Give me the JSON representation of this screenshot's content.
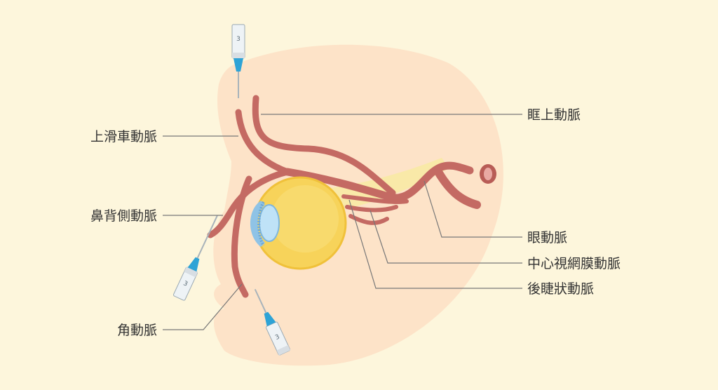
{
  "labels": {
    "supratrochlear": "上滑車動脈",
    "dorsal_nasal": "鼻背側動脈",
    "angular": "角動脈",
    "supraorbital": "眶上動脈",
    "ophthalmic": "眼動脈",
    "central_retinal": "中心視網膜動脈",
    "posterior_ciliary": "後睫狀動脈"
  },
  "syringe_marks": [
    "3",
    "3",
    "3"
  ],
  "colors": {
    "background": "#fdf6dc",
    "face": "#fde3c8",
    "artery": "#c46a63",
    "eyeball": "#f7d35a",
    "optic_nerve": "#f9e9a8",
    "syringe_needle": "#2ea3d6",
    "leader_line": "#777777"
  }
}
